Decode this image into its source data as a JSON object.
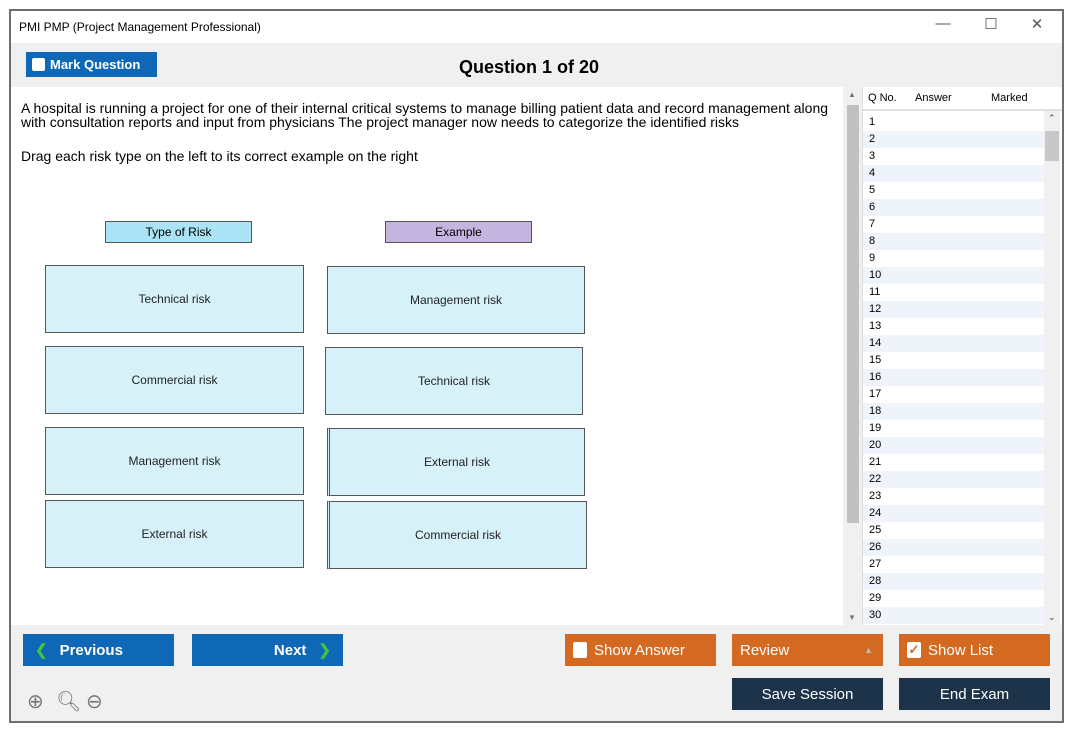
{
  "window": {
    "title": "PMI PMP (Project Management Professional)",
    "minimize": "—",
    "maximize": "☐",
    "close": "✕"
  },
  "toolbar": {
    "mark_label": "Mark Question",
    "question_counter": "Question 1 of 20"
  },
  "question": {
    "text": "A hospital is running a project for one of their internal critical systems to manage billing patient data and record management along with consultation reports and input from physicians The project manager now needs to categorize the identified risks",
    "instruction": "Drag each risk type on the left to its correct example on the right",
    "left_header": "Type of Risk",
    "right_header": "Example",
    "left_items": [
      "Technical risk",
      "Commercial risk",
      "Management risk",
      "External risk"
    ],
    "right_items": [
      "Management risk",
      "Technical risk",
      "External risk",
      "Commercial risk"
    ],
    "colors": {
      "left_header": "#a9e3f5",
      "right_header": "#c4b5e0",
      "box": "#d6f1f8"
    }
  },
  "qlist": {
    "headers": [
      "Q No.",
      "Answer",
      "Marked"
    ],
    "rows": [
      "1",
      "2",
      "3",
      "4",
      "5",
      "6",
      "7",
      "8",
      "9",
      "10",
      "11",
      "12",
      "13",
      "14",
      "15",
      "16",
      "17",
      "18",
      "19",
      "20",
      "21",
      "22",
      "23",
      "24",
      "25",
      "26",
      "27",
      "28",
      "29",
      "30"
    ]
  },
  "footer": {
    "previous": "Previous",
    "next": "Next",
    "show_answer": "Show Answer",
    "review": "Review",
    "show_list": "Show List",
    "save_session": "Save Session",
    "end_exam": "End Exam"
  }
}
